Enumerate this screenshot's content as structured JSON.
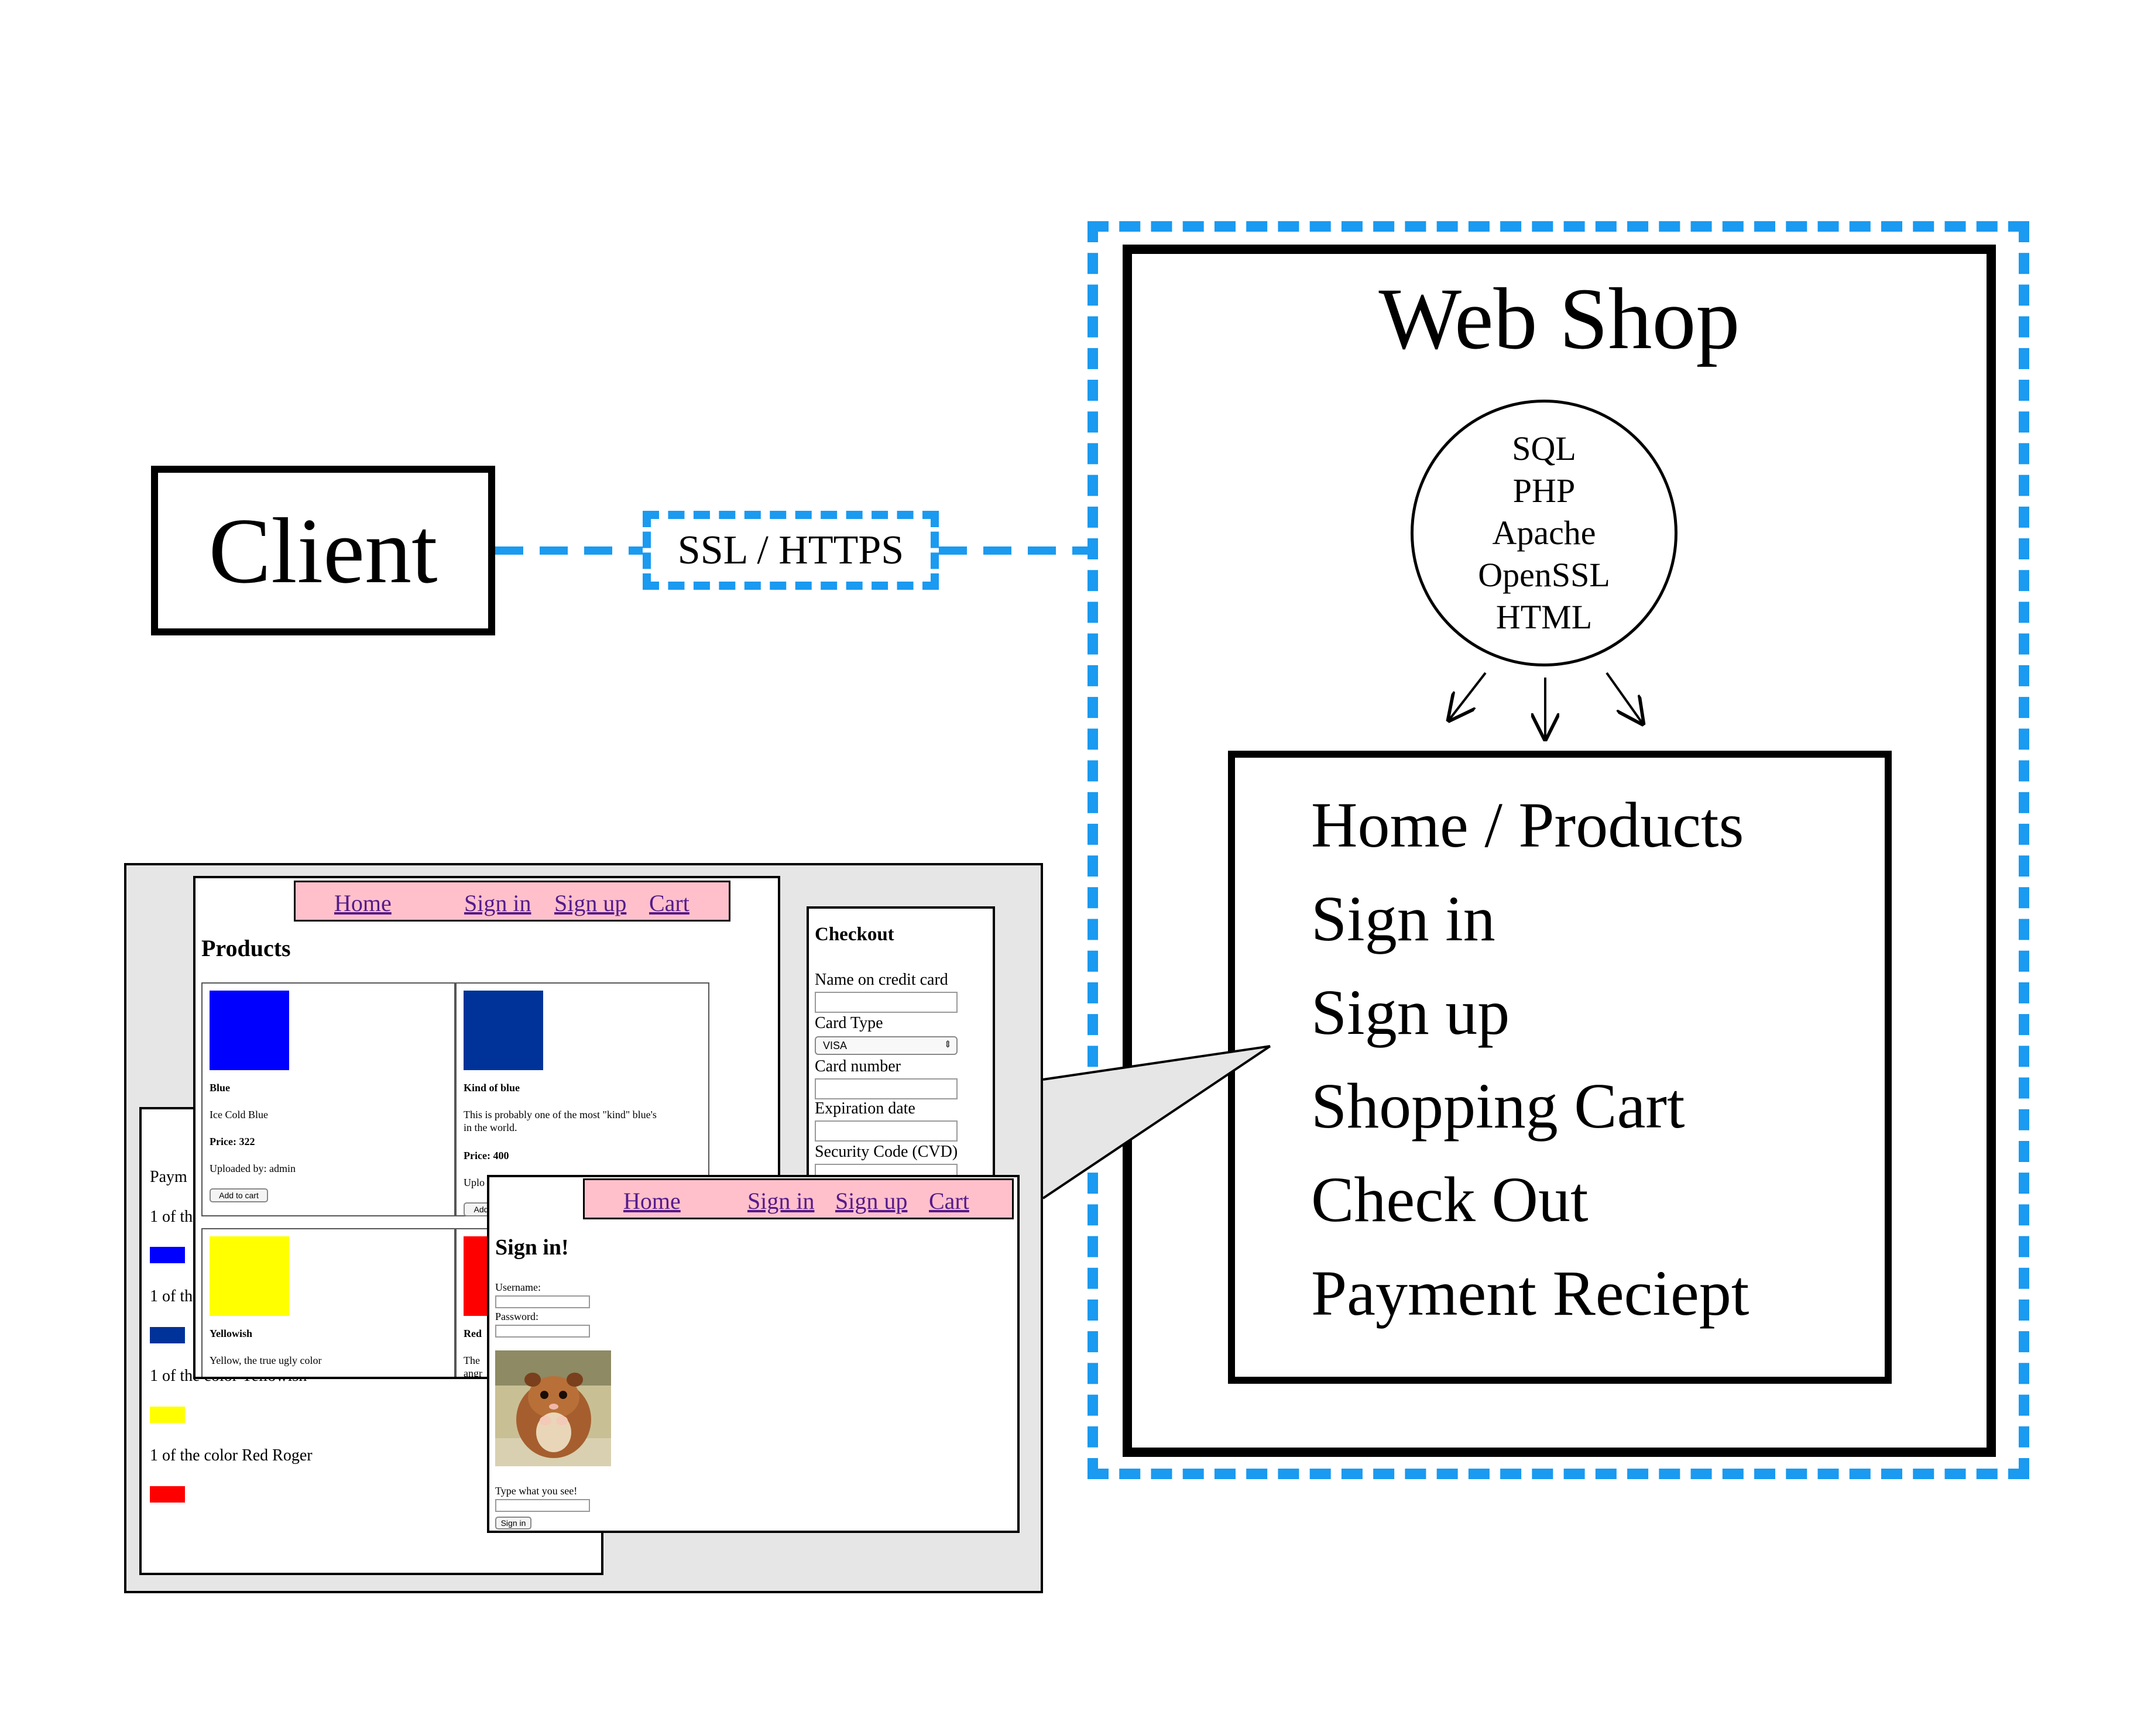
{
  "client": {
    "label": "Client"
  },
  "connection": {
    "label": "SSL / HTTPS",
    "color": "#1a9af0"
  },
  "webshop": {
    "title": "Web Shop",
    "stack": [
      "SQL",
      "PHP",
      "Apache",
      "OpenSSL",
      "HTML"
    ],
    "pages": [
      "Home / Products",
      "Sign in",
      "Sign up",
      "Shopping Cart",
      "Check Out",
      "Payment Reciept"
    ]
  },
  "screens": {
    "nav": {
      "home": "Home",
      "signin": "Sign in",
      "signup": "Sign up",
      "cart": "Cart"
    },
    "products": {
      "heading": "Products",
      "items": [
        {
          "color": "#0000ff",
          "name": "Blue",
          "description": "Ice Cold Blue",
          "price": "Price: 322",
          "uploaded": "Uploaded by: admin",
          "button": "Add to cart"
        },
        {
          "color": "#003399",
          "name": "Kind of blue",
          "description": "This is probably one of the most \"kind\" blue's",
          "description2": "in the world.",
          "price": "Price: 400",
          "uploaded": "Uplo",
          "button": "Add"
        },
        {
          "color": "#ffff00",
          "name": "Yellowish",
          "description": "Yellow, the true ugly color"
        },
        {
          "color": "#ff0000",
          "name": "Red",
          "description": "The",
          "description2": "angr"
        }
      ]
    },
    "checkout": {
      "heading": "Checkout",
      "name_label": "Name on credit card",
      "card_type_label": "Card Type",
      "card_type_value": "VISA",
      "card_number_label": "Card number",
      "expiration_label": "Expiration date",
      "security_label": "Security Code (CVD)"
    },
    "receipt": {
      "heading": "Paym",
      "lines": [
        "1 of th",
        "1 of th",
        "1 of the color Yellowish",
        "1 of the color Red Roger"
      ],
      "swatch_colors": [
        "#0000ff",
        "#003399",
        "#ffff00",
        "#ff0000"
      ]
    },
    "signin": {
      "heading": "Sign in!",
      "username_label": "Username:",
      "password_label": "Password:",
      "captcha_label": "Type what you see!",
      "button": "Sign in"
    }
  }
}
